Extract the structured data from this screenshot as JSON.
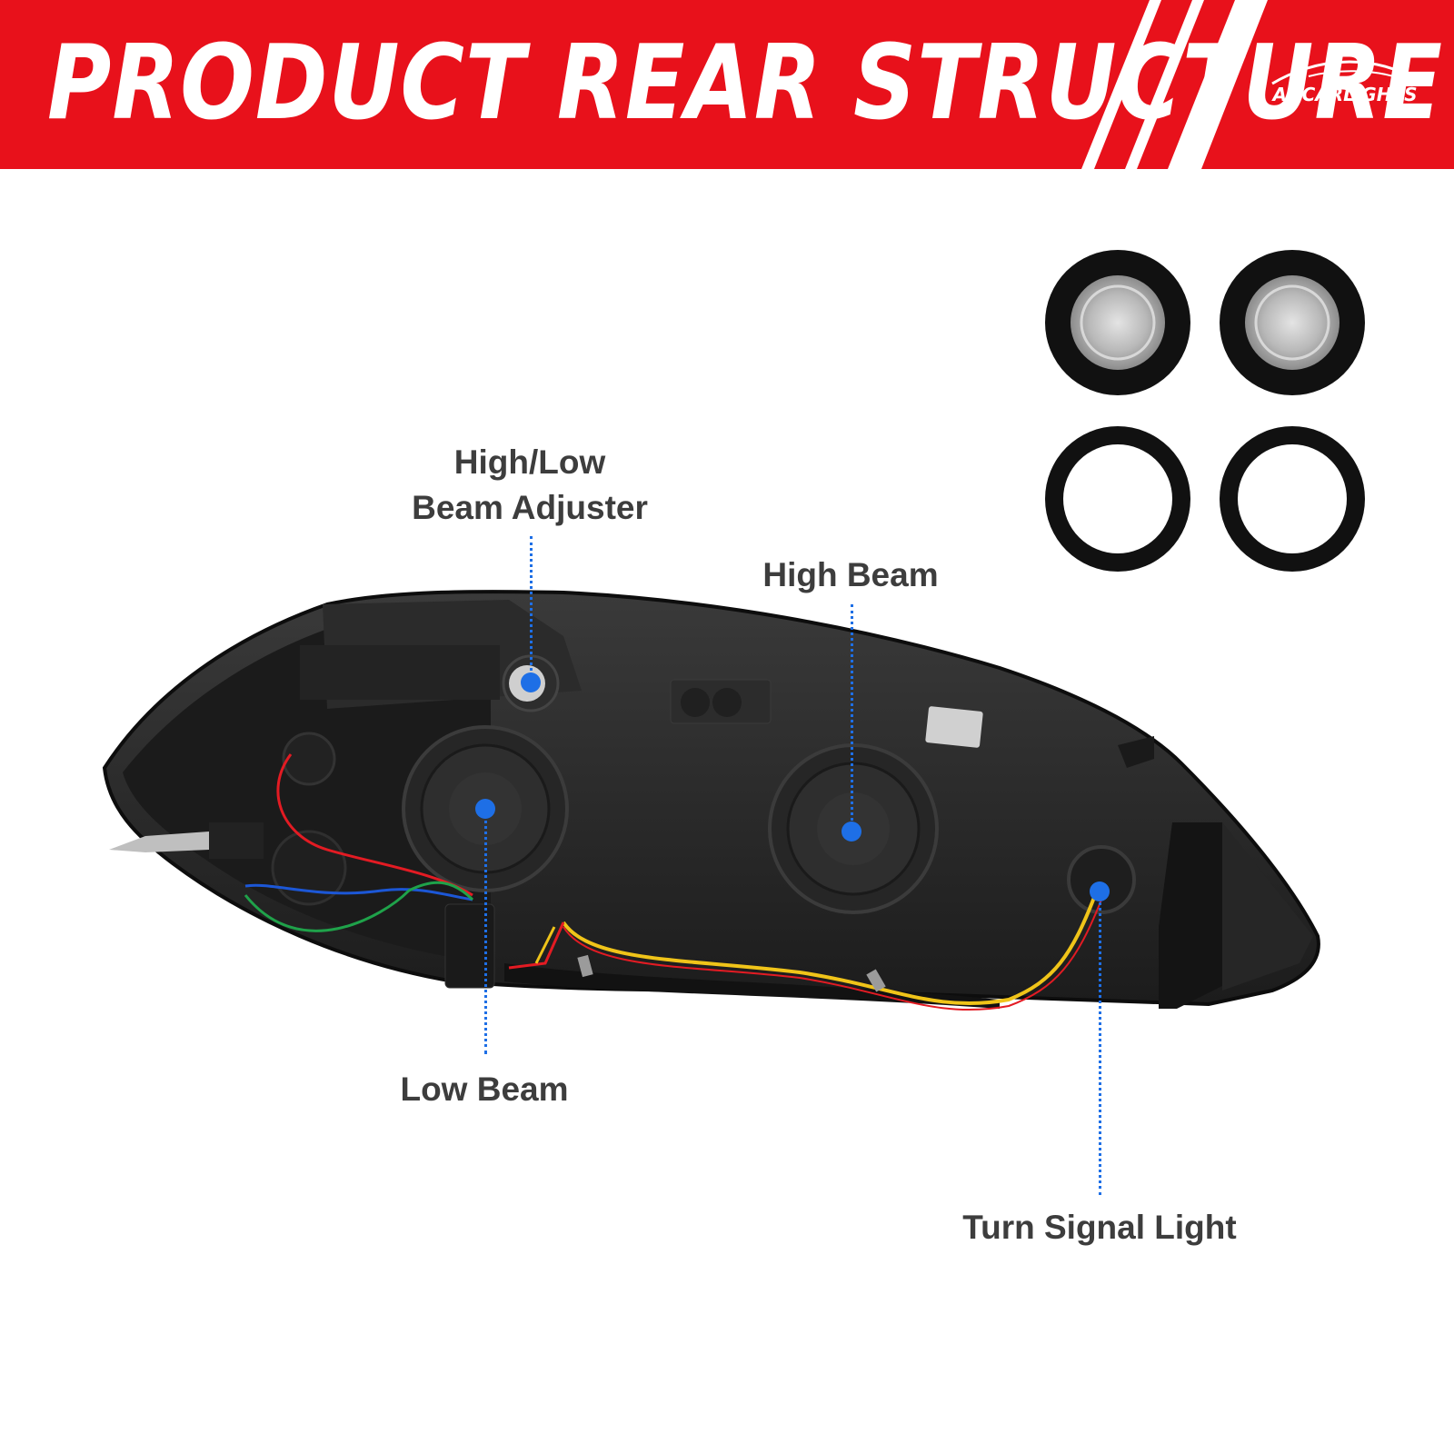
{
  "banner": {
    "title": "PRODUCT REAR STRUCTURE",
    "brand_logo_text": "ADCARLIGHTS",
    "color": "#e8111b"
  },
  "callouts": {
    "beam_adjuster_line1": "High/Low",
    "beam_adjuster_line2": "Beam Adjuster",
    "high_beam": "High Beam",
    "low_beam": "Low Beam",
    "turn_signal": "Turn Signal Light"
  },
  "accent_color": "#1e6fe6"
}
